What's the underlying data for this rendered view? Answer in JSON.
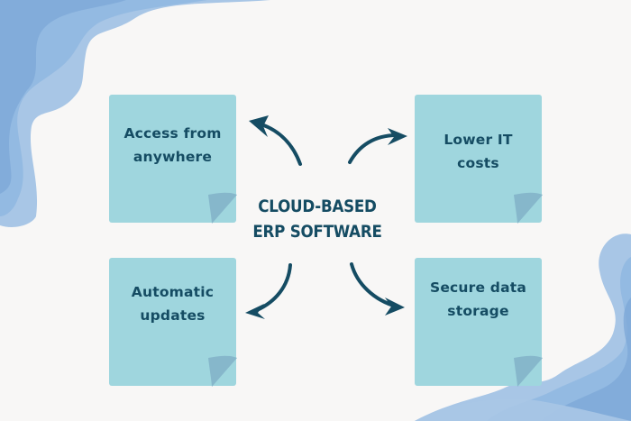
{
  "title": {
    "line1": "CLOUD-BASED",
    "line2": "ERP SOFTWARE"
  },
  "notes": [
    {
      "line1": "Access from",
      "line2": "anywhere"
    },
    {
      "line1": "Lower IT",
      "line2": "costs"
    },
    {
      "line1": "Automatic",
      "line2": "updates"
    },
    {
      "line1": "Secure data",
      "line2": "storage"
    }
  ],
  "colors": {
    "background": "#f8f7f6",
    "note": "#9fd6de",
    "note_curl": "#86b7cb",
    "text": "#154c63",
    "wave_light": "#a8c6e6",
    "wave_mid": "#8fb7e0",
    "wave_dark": "#7ea9d8"
  }
}
